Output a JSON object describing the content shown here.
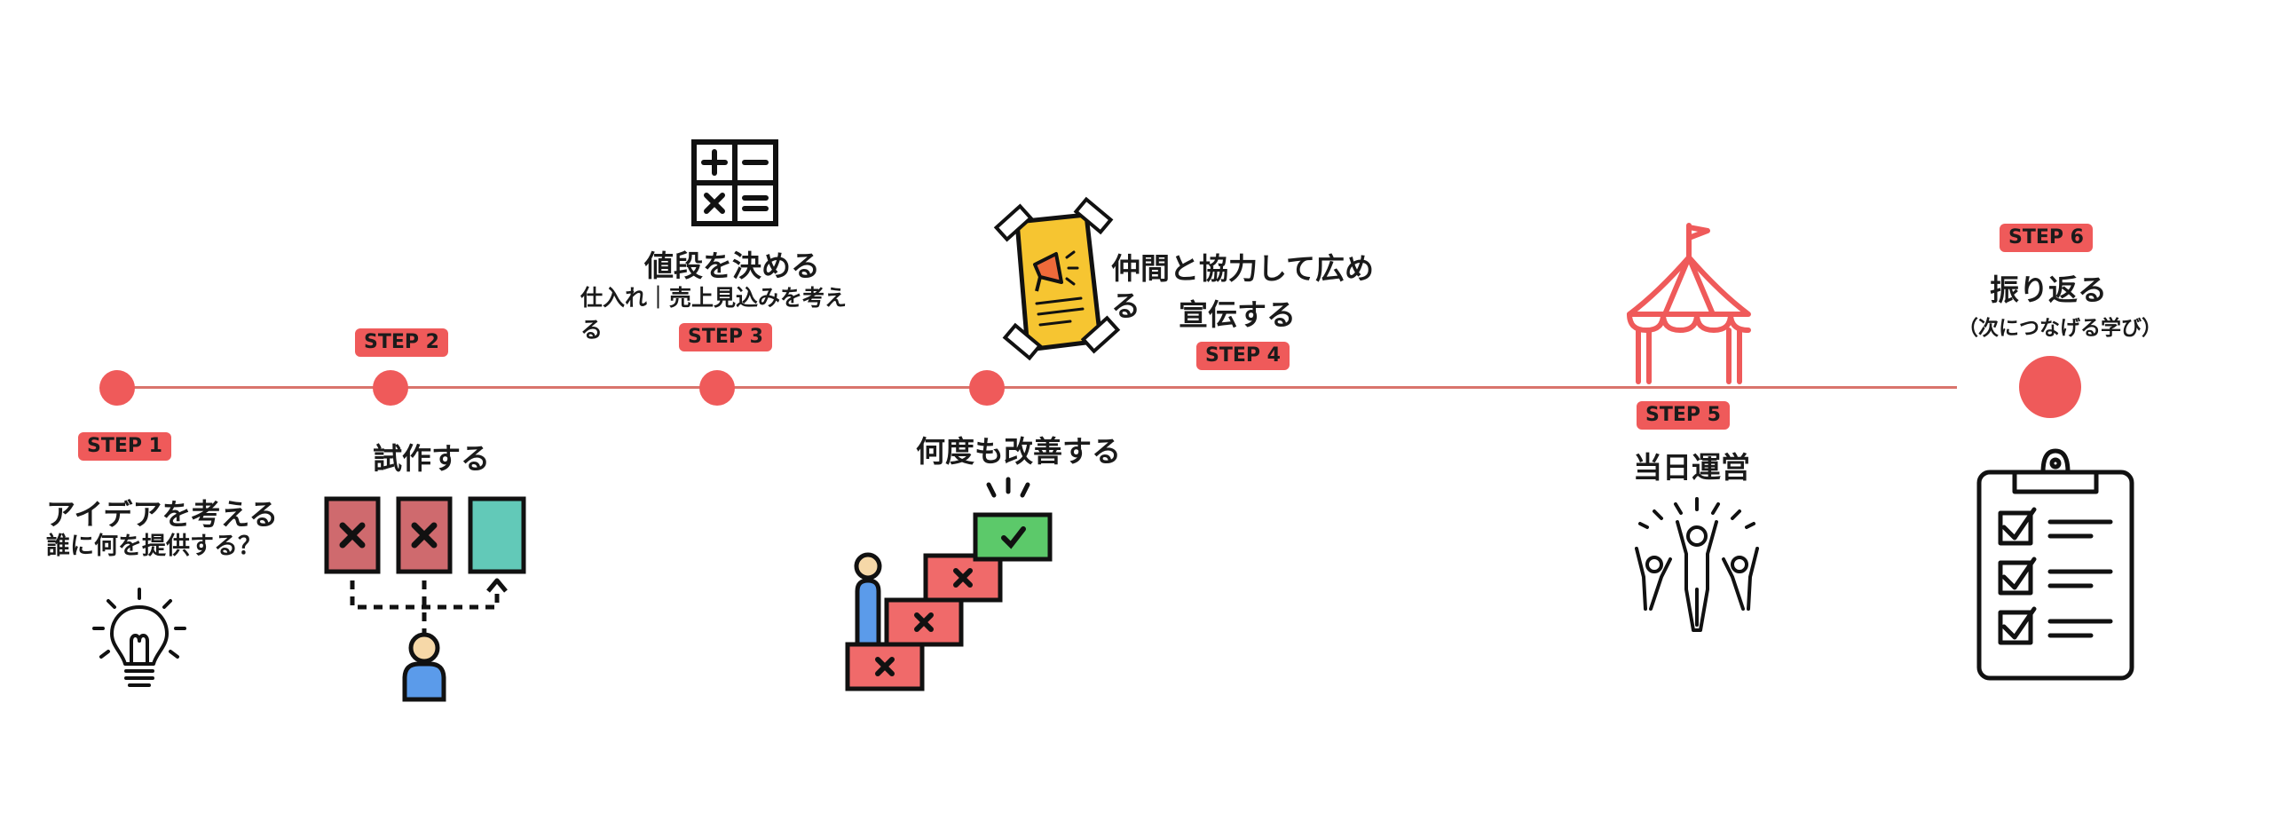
{
  "timeline": {
    "steps": [
      {
        "badge": "STEP 1",
        "title": "アイデアを考える",
        "sub": "誰に何を提供する？"
      },
      {
        "badge": "STEP 2",
        "title": "試作する"
      },
      {
        "badge": "STEP 3",
        "title": "値段を決める",
        "sub_line1": "仕入れ｜売上見込みを考え",
        "sub_line2": "る"
      },
      {
        "badge": "",
        "title": "何度も改善する"
      },
      {
        "badge": "STEP 4",
        "title_line1": "仲間と協力して広め",
        "title_line2": "る",
        "title_line3": "宣伝する"
      },
      {
        "badge": "STEP 5",
        "title": "当日運営"
      },
      {
        "badge": "STEP 6",
        "title": "振り返る",
        "sub": "（次につなげる学び）"
      }
    ]
  },
  "colors": {
    "accent": "#ef5a5a",
    "line": "#d9746c",
    "green": "#5cc96a",
    "teal": "#62c9b8",
    "yellow": "#f6c531",
    "blue": "#5b9bea"
  },
  "icons": [
    "lightbulb-icon",
    "prototype-icon",
    "calculator-icon",
    "stairs-icon",
    "poster-icon",
    "tent-icon",
    "celebration-icon",
    "checklist-icon"
  ]
}
